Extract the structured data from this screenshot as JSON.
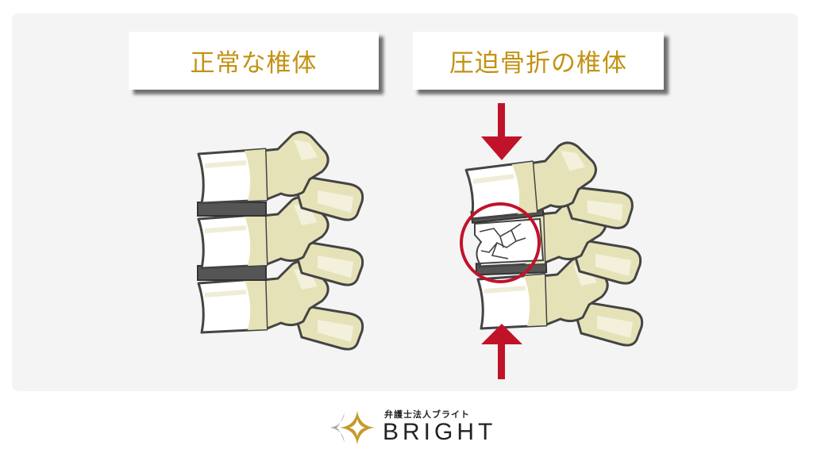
{
  "titles": {
    "normal": "正常な椎体",
    "fracture": "圧迫骨折の椎体"
  },
  "logo": {
    "subtitle": "弁護士法人ブライト",
    "brand": "BRIGHT"
  },
  "colors": {
    "title": "#c39213",
    "arrow": "#c0132a",
    "bone": "#e6e2b8",
    "disc": "#555555"
  }
}
